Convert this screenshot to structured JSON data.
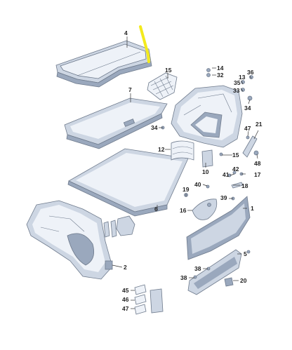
{
  "colors": {
    "panel_light": "#eef2f8",
    "panel_mid": "#cdd6e3",
    "panel_dark": "#9aa8bd",
    "panel_deep": "#74839b",
    "highlight": "#f3ea1d",
    "label": "#222222"
  },
  "callouts": {
    "c1": "1",
    "c2": "2",
    "c4": "4",
    "c5": "5",
    "c6": "6",
    "c7": "7",
    "c10": "10",
    "c12": "12",
    "c13": "13",
    "c14": "14",
    "c15": "15",
    "c16": "16",
    "c17": "17",
    "c18": "18",
    "c19": "19",
    "c20": "20",
    "c21": "21",
    "c32": "32",
    "c33": "33",
    "c34": "34",
    "c35": "35",
    "c36": "36",
    "c38": "38",
    "c39": "39",
    "c40": "40",
    "c41": "41",
    "c42": "42",
    "c45": "45",
    "c46": "46",
    "c47": "47",
    "c48": "48"
  }
}
